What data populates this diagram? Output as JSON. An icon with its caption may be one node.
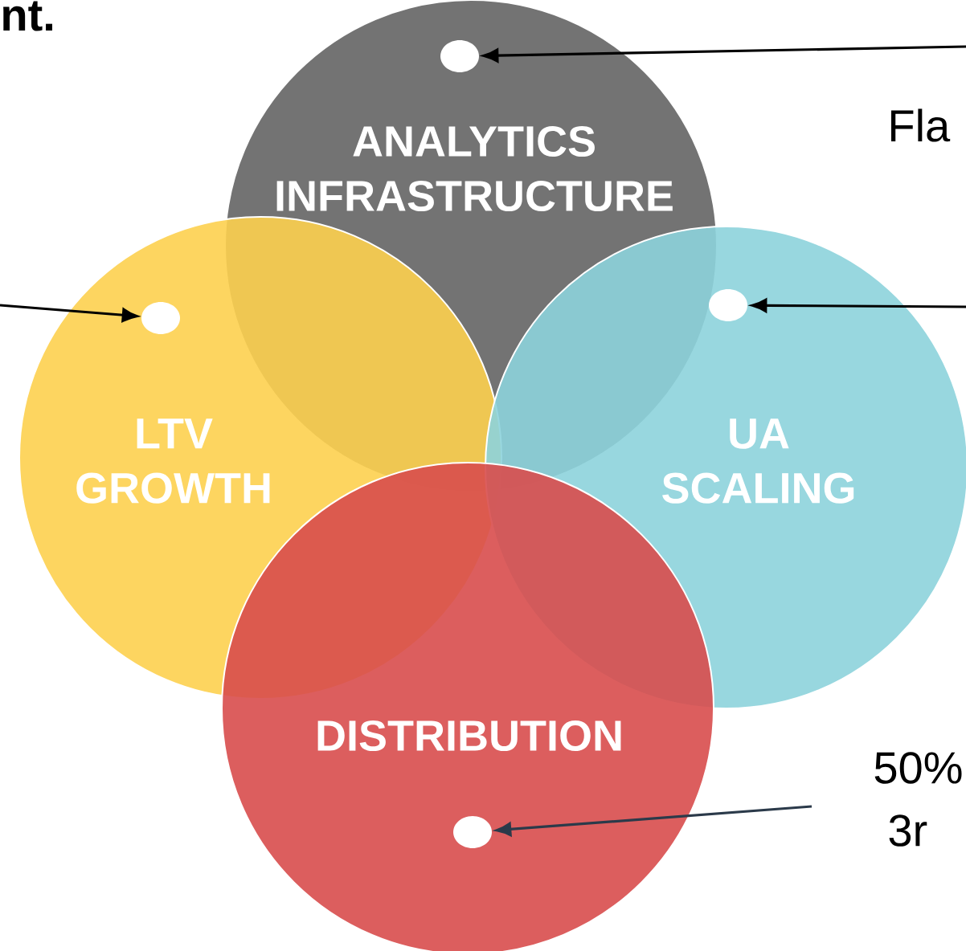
{
  "diagram": {
    "nodes": [
      {
        "text": [
          "ANALYTICS INFRASTRUCTURE"
        ]
      },
      {
        "text": [
          "LTV GROWTH"
        ]
      },
      {
        "text": [
          "UA SCALING"
        ]
      },
      {
        "text": [
          "DISTRIBUTION"
        ]
      },
      {
        "text": [],
        "shape": "circle",
        "in": 0
      },
      {
        "text": [],
        "shape": "circle",
        "in": 1
      },
      {
        "text": [],
        "shape": "circle",
        "in": 2
      },
      {
        "text": [],
        "shape": "circle",
        "in": 3
      }
    ],
    "edges": [
      {
        "from": null,
        "to": 4,
        "arrow": "to"
      },
      {
        "from": null,
        "to": 5,
        "arrow": "to"
      },
      {
        "from": null,
        "to": 6,
        "arrow": "to"
      },
      {
        "from": null,
        "to": 7,
        "arrow": "to",
        "color": "#2b3a4a"
      }
    ],
    "labels": [
      "nt.",
      "Fla",
      "50%",
      "3r"
    ]
  }
}
